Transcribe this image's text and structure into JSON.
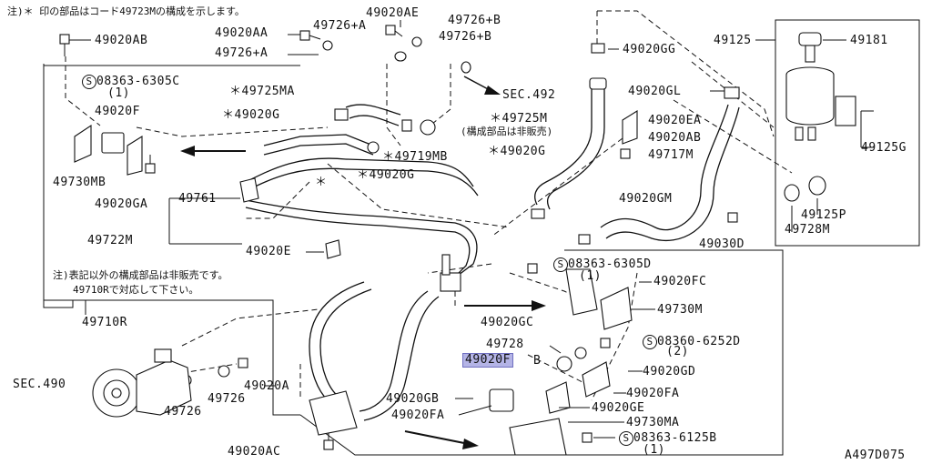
{
  "diagram": {
    "header_note": "注)＊ 印の部品はコード49723Mの構成を示します。",
    "footer_code": "A497D075",
    "highlight_color": "#b4b4e6",
    "labels": {
      "l_49020AB_top": "49020AB",
      "l_49020AE": "49020AE",
      "l_49726B_1": "49726+B",
      "l_49726A_1": "49726+A",
      "l_49020AA": "49020AA",
      "l_49726B_2": "49726+B",
      "l_49726A_2": "49726+A",
      "l_49020GG": "49020GG",
      "l_49125": "49125",
      "l_49181": "49181",
      "l_08363_6305C": "08363-6305C",
      "l_08363_6305C_qty": "(1)",
      "l_49725MA": "＊49725MA",
      "l_SEC492": "SEC.492",
      "l_49020GL": "49020GL",
      "l_49020F_left": "49020F",
      "l_49020G_1": "＊49020G",
      "l_49725M": "＊49725M",
      "l_not_sold": "(構成部品は非販売)",
      "l_49020EA": "49020EA",
      "l_49020AB_right": "49020AB",
      "l_49730MB": "49730MB",
      "l_49719MB": "＊49719MB",
      "l_49020G_2": "＊49020G",
      "l_49717M": "49717M",
      "l_49125G": "49125G",
      "l_49020G_3": "＊49020G",
      "l_49020GA": "49020GA",
      "l_49761": "49761",
      "l_asterisk": "＊",
      "l_49020GM": "49020GM",
      "l_49125P": "49125P",
      "l_49728M": "49728M",
      "l_49722M": "49722M",
      "l_49030D": "49030D",
      "l_49020E": "49020E",
      "l_08363_6305D": "08363-6305D",
      "l_08363_6305D_qty": "(1)",
      "l_49020FC": "49020FC",
      "l_note2_line1": "注)表記以外の構成部品は非販売です。",
      "l_note2_line2": "49710Rで対応して下さい。",
      "l_49730M": "49730M",
      "l_49020GC": "49020GC",
      "l_49710R": "49710R",
      "l_08360_6252D": "08360-6252D",
      "l_08360_6252D_qty": "(2)",
      "l_49728": "49728",
      "l_49020F_hl": "49020F",
      "l_B": "B",
      "l_49020GD": "49020GD",
      "l_SEC490": "SEC.490",
      "l_49020A": "49020A",
      "l_49726_1": "49726",
      "l_49020FA_1": "49020FA",
      "l_49020GB": "49020GB",
      "l_49020GE": "49020GE",
      "l_49726_2": "49726",
      "l_49020FA_2": "49020FA",
      "l_49730MA": "49730MA",
      "l_08363_6125B": "08363-6125B",
      "l_08363_6125B_qty": "(1)",
      "l_49020AC": "49020AC"
    },
    "s_marker": "S"
  }
}
